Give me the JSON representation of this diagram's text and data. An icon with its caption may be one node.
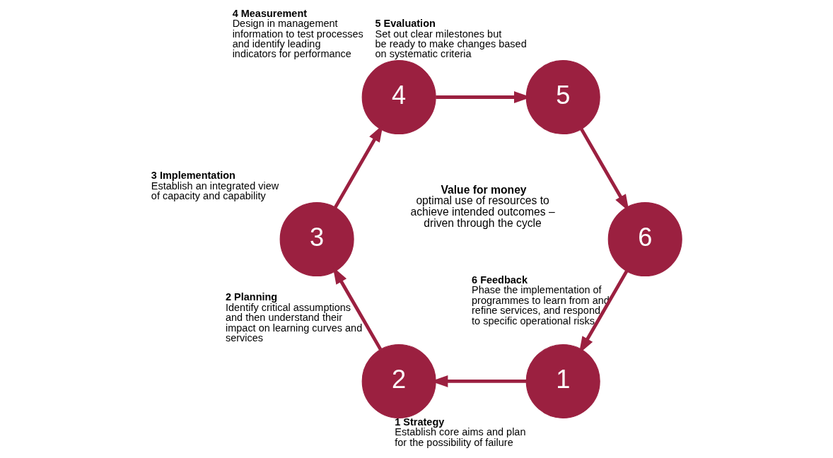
{
  "diagram": {
    "nodes": [
      {
        "text": [
          "1"
        ],
        "beside": [
          "1 Strategy",
          "Establish core aims and plan for the possibility of failure"
        ]
      },
      {
        "text": [
          "2"
        ],
        "beside": [
          "2 Planning",
          "Identify critical assumptions and then understand their impact on learning curves and services"
        ]
      },
      {
        "text": [
          "3"
        ],
        "beside": [
          "3 Implementation",
          "Establish an integrated view of capacity and capability"
        ]
      },
      {
        "text": [
          "4"
        ],
        "beside": [
          "4 Measurement",
          "Design in management information to test processes and identify leading indicators for performance"
        ]
      },
      {
        "text": [
          "5"
        ],
        "beside": [
          "5 Evaluation",
          "Set out clear milestones but be ready to make changes based on systematic criteria"
        ]
      },
      {
        "text": [
          "6"
        ],
        "beside": [
          "6 Feedback",
          "Phase the implementation of programmes to learn from and refine services, and respond to specific operational risks"
        ]
      }
    ],
    "edges": [
      {
        "from": 0,
        "to": 1,
        "arrow": "to"
      },
      {
        "from": 1,
        "to": 2,
        "arrow": "to"
      },
      {
        "from": 2,
        "to": 3,
        "arrow": "to"
      },
      {
        "from": 3,
        "to": 4,
        "arrow": "to"
      },
      {
        "from": 4,
        "to": 5,
        "arrow": "to"
      },
      {
        "from": 5,
        "to": 0,
        "arrow": "to"
      }
    ],
    "labels": [
      "Value for money",
      "optimal use of resources to achieve intended outcomes – driven through the cycle"
    ]
  }
}
